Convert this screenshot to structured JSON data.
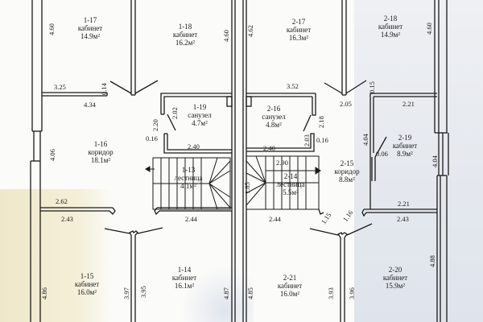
{
  "rooms": [
    {
      "id": "1-17",
      "name": "кабинет",
      "area": "14.9м²"
    },
    {
      "id": "1-18",
      "name": "кабинет",
      "area": "16.2м²"
    },
    {
      "id": "1-19",
      "name": "санузел",
      "area": "4.7м²"
    },
    {
      "id": "1-16",
      "name": "коридор",
      "area": "18.1м²"
    },
    {
      "id": "1-13",
      "name": "лестница",
      "area": "4.1м²"
    },
    {
      "id": "1-15",
      "name": "кабинет",
      "area": "16.0м²"
    },
    {
      "id": "1-14",
      "name": "кабинет",
      "area": "16.1м²"
    },
    {
      "id": "2-17",
      "name": "кабинет",
      "area": "16.3м²"
    },
    {
      "id": "2-18",
      "name": "кабинет",
      "area": "14.9м²"
    },
    {
      "id": "2-16",
      "name": "санузел",
      "area": "4.8м²"
    },
    {
      "id": "2-19",
      "name": "кабинет",
      "area": "8.9м²"
    },
    {
      "id": "2-15",
      "name": "коридор",
      "area": "8.8м²"
    },
    {
      "id": "2-14",
      "name": "лестница",
      "area": "5.5м²"
    },
    {
      "id": "2-21",
      "name": "кабинет",
      "area": "16.0м²"
    },
    {
      "id": "2-20",
      "name": "кабинет",
      "area": "15.9м²"
    }
  ],
  "dimensions": {
    "d_460a": "4.60",
    "d_460b": "4.60",
    "d_462": "4.62",
    "d_460c": "4.60",
    "d_325": "3.25",
    "d_014": "0.14",
    "d_434": "4.34",
    "d_352": "3.52",
    "d_205": "2.05",
    "d_015": "0.15",
    "d_221a": "2.21",
    "d_220": "2.20",
    "d_202": "2.02",
    "d_016a": "0.16",
    "d_240a": "2.40",
    "d_218": "2.18",
    "d_203": "2.03",
    "d_016b": "0.16",
    "d_240b": "2.40",
    "d_406": "4.06",
    "d_404a": "4.04",
    "d_006": "0.06",
    "d_404b": "4.04",
    "d_290": "2.90",
    "d_185": "1.85",
    "d_262": "2.62",
    "d_243a": "2.43",
    "d_244a": "2.44",
    "d_244b": "2.44",
    "d_115": "1.15",
    "d_116": "1.16",
    "d_221b": "2.21",
    "d_243b": "2.43",
    "d_486": "4.86",
    "d_397": "3.97",
    "d_395": "3.95",
    "d_487": "4.87",
    "d_485": "4.85",
    "d_393": "3.93",
    "d_396": "3.96",
    "d_488": "4.88"
  }
}
